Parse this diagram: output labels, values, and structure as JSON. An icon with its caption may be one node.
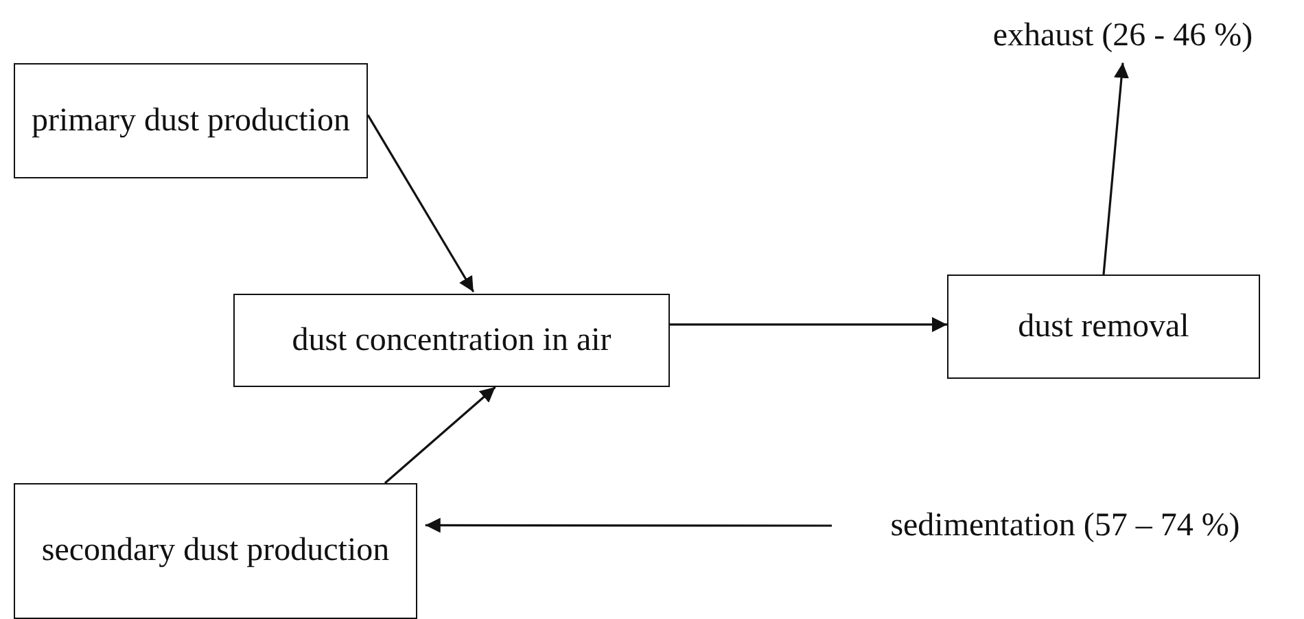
{
  "diagram": {
    "nodes": [
      {
        "text": [
          "primary dust production"
        ]
      },
      {
        "text": [
          "dust concentration in air"
        ]
      },
      {
        "text": [
          "dust removal"
        ]
      },
      {
        "text": [
          "exhaust (26 - 46 %)"
        ]
      },
      {
        "text": [
          "secondary dust production"
        ]
      },
      {
        "text": [
          "sedimentation (57 – 74 %)"
        ]
      }
    ],
    "edges": [
      {
        "from": 0,
        "to": 1,
        "arrow": "to"
      },
      {
        "from": 1,
        "to": 2,
        "arrow": "to"
      },
      {
        "from": 2,
        "to": 3,
        "arrow": "to"
      },
      {
        "from": 5,
        "to": 4,
        "arrow": "to"
      },
      {
        "from": 4,
        "to": 1,
        "arrow": "to"
      }
    ]
  }
}
